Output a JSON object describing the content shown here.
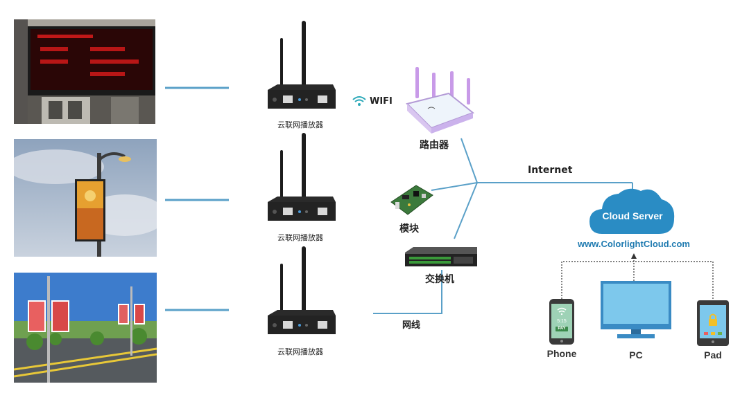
{
  "players": {
    "label": "云联网播放器"
  },
  "wifi": {
    "label": "WIFI"
  },
  "router": {
    "label": "路由器"
  },
  "module": {
    "label": "模块"
  },
  "switch": {
    "label": "交换机"
  },
  "cable": {
    "label": "网线"
  },
  "internet": {
    "label": "Internet"
  },
  "cloud": {
    "label": "Cloud Server",
    "url": "www.ColorlightCloud.com"
  },
  "clients": {
    "phone": "Phone",
    "pc": "PC",
    "pad": "Pad"
  },
  "phone_screen": {
    "time": "5:15",
    "pay": "PAY"
  },
  "colors": {
    "connector": "#5aa0c8",
    "cloud": "#2a8cc4",
    "url": "#1e7ab0",
    "monitor": "#7dc8ec"
  },
  "icons": [
    "wifi-icon",
    "router-icon",
    "module-icon",
    "switch-icon",
    "cloud-icon",
    "phone-icon",
    "pc-icon",
    "pad-icon",
    "lock-icon"
  ]
}
